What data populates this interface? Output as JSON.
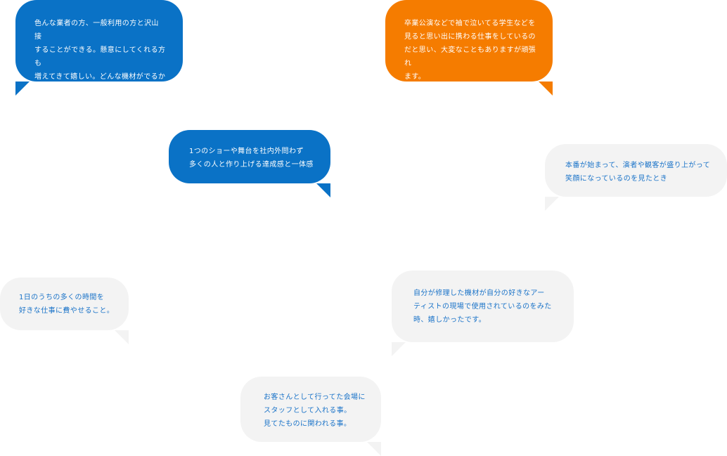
{
  "bubbles": [
    {
      "text": "色んな業者の方、一般利用の方と沢山接\nすることができる。懸意にしてくれる方も\n増えてきて嬉しい。どんな機材がでるかと\nか楽しみになった。",
      "color": "#0a72c6"
    },
    {
      "text": "卒業公演などで袖で泣いてる学生などを\n見ると思い出に携わる仕事をしているの\nだと思い、大変なこともありますが頑張れ\nます。",
      "color": "#f57c00"
    },
    {
      "text": "1つのショーや舞台を社内外問わず\n多くの人と作り上げる達成感と一体感",
      "color": "#0a72c6"
    },
    {
      "text": "本番が始まって、演者や観客が盛り上がって\n笑顔になっているのを見たとき",
      "color": "#f3f3f3"
    },
    {
      "text": "1日のうちの多くの時間を\n好きな仕事に費やせること。",
      "color": "#f3f3f3"
    },
    {
      "text": "自分が修理した機材が自分の好きなアー\nティストの現場で使用されているのをみた\n時、嬉しかったです。",
      "color": "#f3f3f3"
    },
    {
      "text": "お客さんとして行ってた会場に\nスタッフとして入れる事。\n見てたものに関われる事。",
      "color": "#f3f3f3"
    }
  ]
}
